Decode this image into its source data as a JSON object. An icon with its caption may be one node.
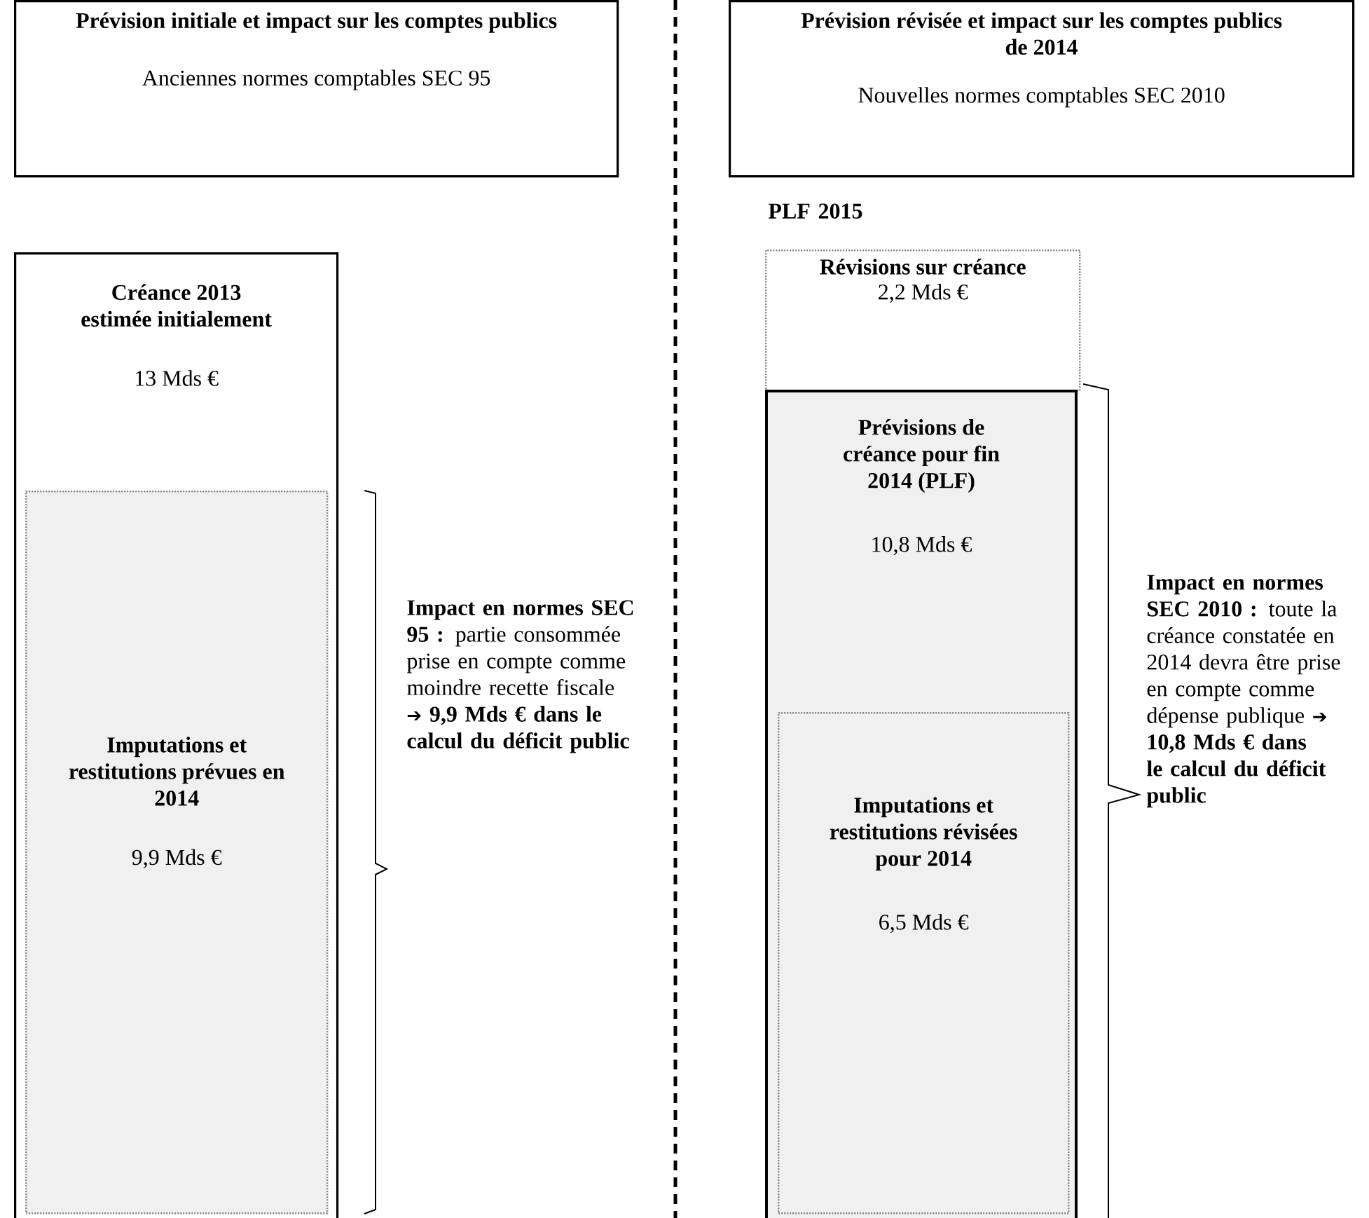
{
  "diagram": {
    "nodes": [
      {
        "text": [
          "Prévision initiale et impact sur les comptes publics",
          "Anciennes normes comptables SEC 95"
        ]
      },
      {
        "text": [
          "Prévision révisée et impact sur les comptes publics de 2014",
          "Nouvelles normes comptables SEC 2010"
        ]
      },
      {
        "text": [
          "Créance 2013 estimée initialement",
          "13 Mds €"
        ]
      },
      {
        "text": [
          "Imputations et restitutions prévues en 2014",
          "9,9 Mds €"
        ],
        "in": 2
      },
      {
        "text": [
          "Révisions sur créance",
          "2,2 Mds €"
        ]
      },
      {
        "text": [
          "Prévisions de créance pour fin 2014 (PLF)",
          "10,8 Mds €"
        ]
      },
      {
        "text": [
          "Imputations et restitutions révisées pour 2014",
          "6,5 Mds €"
        ],
        "in": 5
      }
    ],
    "labels": [
      "PLF 2015",
      "**Impact en normes SEC 95 :** partie consommée prise en compte comme moindre recette fiscale **➔ 9,9 Mds € dans le calcul du déficit public**",
      "**Impact en normes SEC 2010 :** toute la créance constatée en 2014 devra être prise en compte comme dépense publique **➔ 10,8 Mds € dans le calcul du déficit public**"
    ]
  }
}
